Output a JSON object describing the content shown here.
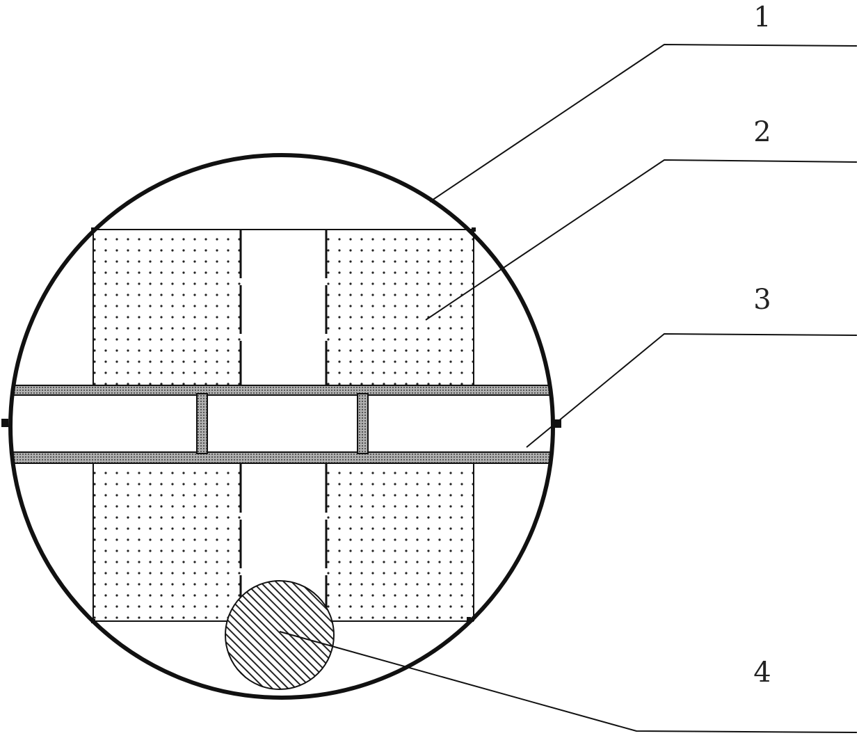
{
  "figure": {
    "callouts": [
      {
        "number": "1"
      },
      {
        "number": "2"
      },
      {
        "number": "3"
      },
      {
        "number": "4"
      }
    ]
  },
  "colors": {
    "line": "#111111",
    "dot": "#222222",
    "hatch": "#222222",
    "band_fill": "#9a9a9a",
    "background": "#ffffff"
  }
}
